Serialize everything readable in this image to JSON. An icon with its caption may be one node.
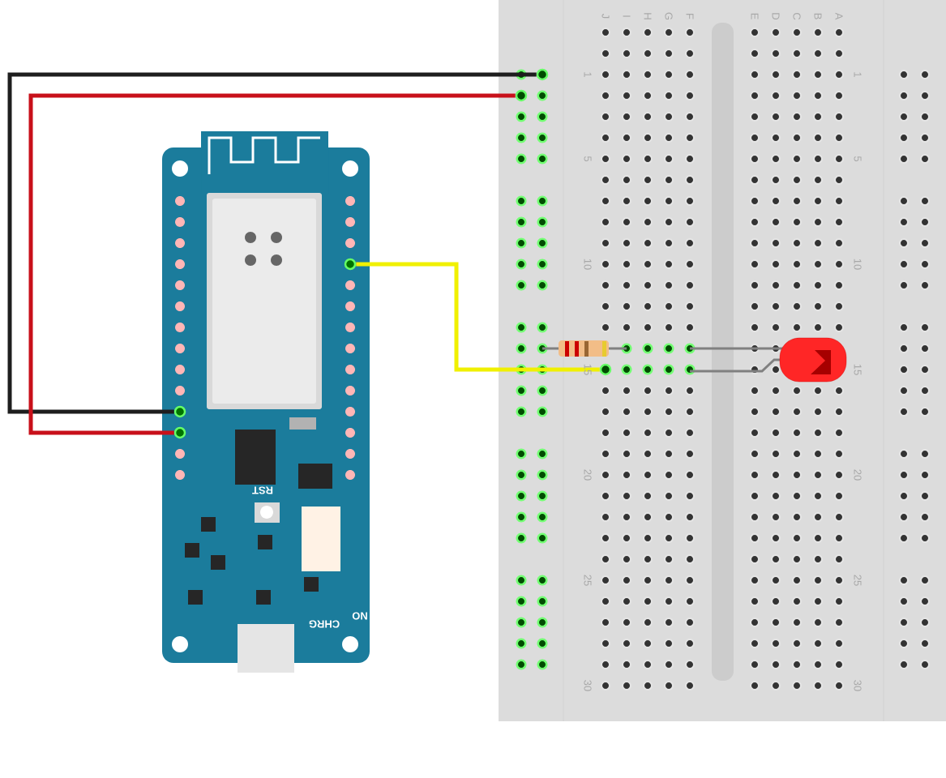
{
  "diagram": {
    "nodes": [
      {
        "text": [],
        "shape": "picture"
      },
      {
        "text": [],
        "shape": "circle",
        "in": 0
      },
      {
        "text": [],
        "shape": "circle",
        "in": 0
      },
      {
        "text": [],
        "shape": "circle",
        "in": 0
      },
      {
        "text": [],
        "shape": "picture"
      },
      {
        "text": [],
        "shape": "circle",
        "in": 4
      },
      {
        "text": [],
        "shape": "circle",
        "in": 4
      },
      {
        "text": [],
        "shape": "circle",
        "in": 4
      },
      {
        "text": [],
        "shape": "picture",
        "in": 4
      },
      {
        "text": [],
        "shape": "picture",
        "in": 4
      }
    ],
    "edges": [
      {
        "from": 1,
        "to": 5,
        "arrow": "none",
        "color": "#1e1e1e"
      },
      {
        "from": 2,
        "to": 6,
        "arrow": "none",
        "color": "#c8101a"
      },
      {
        "from": 3,
        "to": 7,
        "arrow": "none",
        "color": "#f0f000"
      }
    ],
    "labels": [
      "J",
      "I",
      "H",
      "G",
      "F",
      "E",
      "D",
      "C",
      "B",
      "A",
      "1",
      "1",
      "5",
      "5",
      "10",
      "10",
      "15",
      "15",
      "20",
      "20",
      "RST",
      "25",
      "25",
      "CHRG",
      "ON",
      "30",
      "30"
    ]
  }
}
